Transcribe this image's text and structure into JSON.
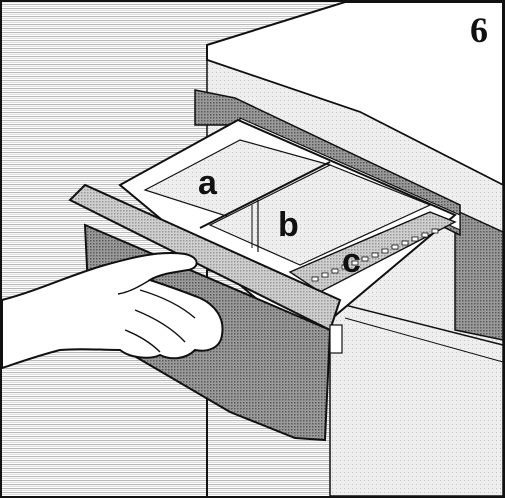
{
  "figure": {
    "step_number": "6",
    "labels": {
      "a": "a",
      "b": "b",
      "c": "c"
    }
  },
  "colors": {
    "ink": "#111111",
    "background": "#ffffff",
    "halftone_dark": "#9a9a9a",
    "halftone_light": "#cfcfcf"
  }
}
